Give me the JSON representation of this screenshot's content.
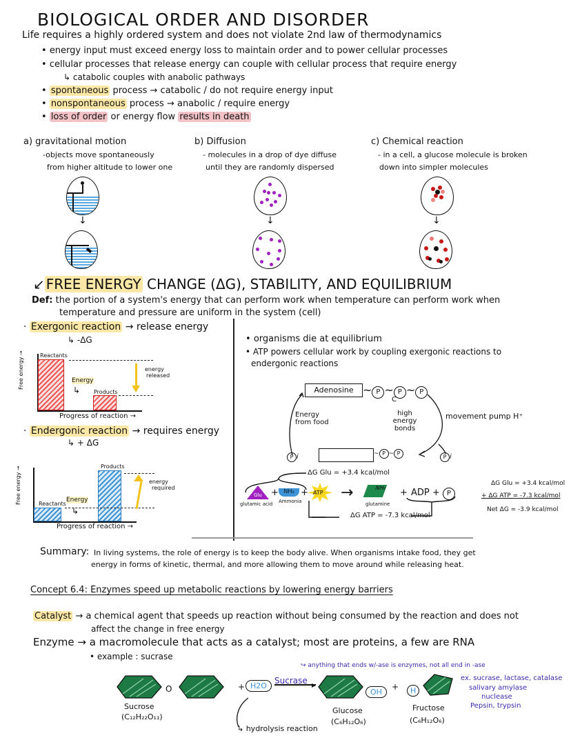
{
  "section1": {
    "title": "BIOLOGICAL ORDER AND DISORDER",
    "intro": "Life requires a highly ordered system and does not violate 2nd law of thermodynamics",
    "bullets": [
      "energy input must exceed energy loss to maintain order and to power cellular processes",
      "cellular processes that release energy can couple with cellular process that require energy"
    ],
    "sub_bullet": "↳ catabolic couples with anabolic pathways",
    "spontaneous": {
      "term": "spontaneous",
      "rest": "process → catabolic / do not require energy input"
    },
    "nonspontaneous": {
      "term": "nonspontaneous",
      "rest": "process → anabolic / require energy"
    },
    "loss": {
      "term1": "loss of order",
      "middle": "or energy flow",
      "term2": "results in death"
    }
  },
  "examples": [
    {
      "label": "a) gravitational motion",
      "desc1": "-objects move spontaneously",
      "desc2": "from higher altitude to lower one"
    },
    {
      "label": "b) Diffusion",
      "desc1": "- molecules in a drop of dye diffuse",
      "desc2": "until they are randomly dispersed"
    },
    {
      "label": "c) Chemical reaction",
      "desc1": "- in a cell, a glucose molecule is broken",
      "desc2": "down into simpler molecules"
    }
  ],
  "arrow_down": "↓",
  "section2": {
    "title_hl": "FREE ENERGY",
    "title_rest": "CHANGE (ΔG), STABILITY, AND EQUILIBRIUM",
    "def_label": "Def:",
    "def_line1": "the portion of a system's energy that can perform work when temperature can perform work when",
    "def_line2": "temperature and pressure are uniform in the system (cell)",
    "exergonic": {
      "term": "Exergonic reaction",
      "rest": "→ release energy",
      "delta": "↳ -ΔG"
    },
    "endergonic": {
      "term": "Endergonic reaction",
      "rest": "→ requires energy",
      "delta": "↳ + ΔG"
    },
    "right_bullets": [
      "organisms die at equilibrium",
      "ATP powers cellular work by coupling exergonic reactions to",
      "endergonic reactions"
    ]
  },
  "chart_data": [
    {
      "type": "bar",
      "title": "Exergonic reaction",
      "categories": [
        "Reactants",
        "Products"
      ],
      "values": [
        100,
        30
      ],
      "xlabel": "Progress of reaction →",
      "ylabel": "Free energy →",
      "annotations": [
        "Energy",
        "energy released"
      ],
      "color": "#d33a3a"
    },
    {
      "type": "bar",
      "title": "Endergonic reaction",
      "categories": [
        "Reactants",
        "Products"
      ],
      "values": [
        25,
        100
      ],
      "xlabel": "Progress of reaction →",
      "ylabel": "Free energy →",
      "annotations": [
        "Energy",
        "energy required"
      ],
      "color": "#3c93d6"
    }
  ],
  "charts_text": {
    "exo": {
      "reactants": "Reactants",
      "products": "Products",
      "energy": "Energy",
      "released1": "energy",
      "released2": "released",
      "ylabel": "Free energy →",
      "xlabel": "Progress of reaction →"
    },
    "endo": {
      "reactants": "Reactants",
      "products": "Products",
      "energy": "Energy",
      "required1": "energy",
      "required2": "required",
      "ylabel": "Free energy →",
      "xlabel": "Progress of reaction →"
    }
  },
  "atp_cycle": {
    "adenosine": "Adenosine",
    "p": "P",
    "pi": "P",
    "pi_sub": "i",
    "energy_food": "Energy from food",
    "high_energy_bonds": "high energy bonds",
    "movement": "movement pump H⁺"
  },
  "coupling": {
    "dg_glu": "ΔG Glu = +3.4 kcal/mol",
    "glutamic_acid": "glutamic acid",
    "glu_label": "Glu",
    "nh3": "NH₃",
    "ammonia": "Ammonia",
    "atp": "ATP",
    "glutamine": "glutamine",
    "glutamine_nh2": "NH₂",
    "plus": "+",
    "arrow": "→",
    "products": "ADP +",
    "pi": "P",
    "dg_atp": "ΔG ATP = -7.3 kcal/mol",
    "sum_line1": "ΔG Glu = +3.4 kcal/mol",
    "sum_line2": "+ ΔG ATP = -7.3 kcal/mol",
    "sum_line3": "Net ΔG = -3.9 kcal/mol"
  },
  "summary": {
    "label": "Summary:",
    "line1": "In living systems, the role of energy is to keep the body alive. When organisms intake food, they get",
    "line2": "energy in forms of kinetic, thermal, and more allowing them to move around while releasing heat."
  },
  "concept": {
    "heading": "Concept 6.4: Enzymes speed up metabolic reactions by lowering energy barriers",
    "catalyst_term": "Catalyst",
    "catalyst_def1": "→ a chemical agent that speeds up reaction without being consumed by the reaction and does not",
    "catalyst_def2": "affect the change in free energy",
    "enzyme_term": "Enzyme",
    "enzyme_def": "→ a macromolecule that acts as a catalyst; most are proteins, a few are RNA",
    "example": "• example : sucrase"
  },
  "sucrose_reaction": {
    "ase_note": "↪ anything that ends w/-ase is enzymes, not all end in -ase",
    "sucrose": "Sucrose",
    "sucrose_formula": "(C₁₂H₂₂O₁₁)",
    "o": "O",
    "plus": "+",
    "h2o": "H2O",
    "sucrase": "Sucrase",
    "oh": "OH",
    "ho": "H",
    "glucose": "Glucose",
    "glucose_formula": "(C₆H₁₂O₆)",
    "fructose": "Fructose",
    "fructose_formula": "(C₆H₁₂O₆)",
    "hydrolysis": "↳ hydrolysis reaction",
    "examples": [
      "ex. sucrase, lactase, catalase",
      "salivary amylase",
      "nuclease",
      "Pepsin, trypsin"
    ]
  },
  "colors": {
    "highlight_yellow": "#fbe8a6",
    "highlight_pink": "#f3c2c6",
    "red": "#d33a3a",
    "blue": "#3c93d6",
    "green": "#1e7a44",
    "purple": "#a020c0",
    "ink_purple": "#3a2bb0",
    "arrow_yellow": "#f2c21b"
  }
}
